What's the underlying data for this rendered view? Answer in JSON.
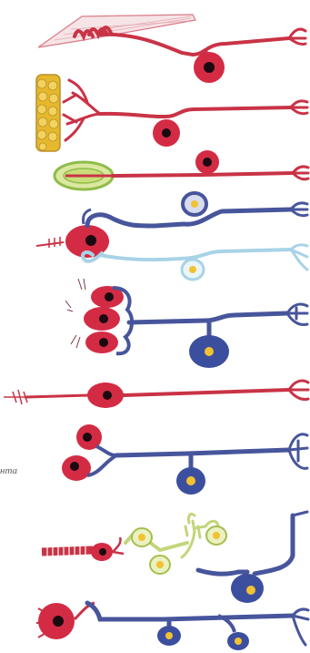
{
  "figure": {
    "side_label": "нта"
  },
  "colors": {
    "red_cell": "#d42b45",
    "red_fiber": "#c93346",
    "blue_cell": "#3c4f9e",
    "blue_fiber": "#47559c",
    "light_blue": "#a8d3e6",
    "yellow_nucleus": "#f2c233",
    "olive_cell": "#c2d67a",
    "yellow_tissue": "#e6b92c",
    "green_capsule": "#8fbc4a",
    "dark_nucleus": "#1a0a10",
    "background": "#ffffff"
  },
  "neurons": [
    {
      "id": "n1",
      "type": "muscle-spindle-neuron"
    },
    {
      "id": "n2",
      "type": "hair-follicle-neuron"
    },
    {
      "id": "n3",
      "type": "encapsulated-receptor-neuron"
    },
    {
      "id": "n4",
      "type": "taste-cell-neuron"
    },
    {
      "id": "n5",
      "type": "taste-secondary-neuron"
    },
    {
      "id": "n6",
      "type": "vestibular-hair-cell-neuron"
    },
    {
      "id": "n7",
      "type": "olfactory-neuron"
    },
    {
      "id": "n8",
      "type": "cochlear-hair-cell-neuron"
    },
    {
      "id": "n9",
      "type": "retinal-neuron"
    },
    {
      "id": "n10",
      "type": "retinal-second-neuron"
    }
  ]
}
